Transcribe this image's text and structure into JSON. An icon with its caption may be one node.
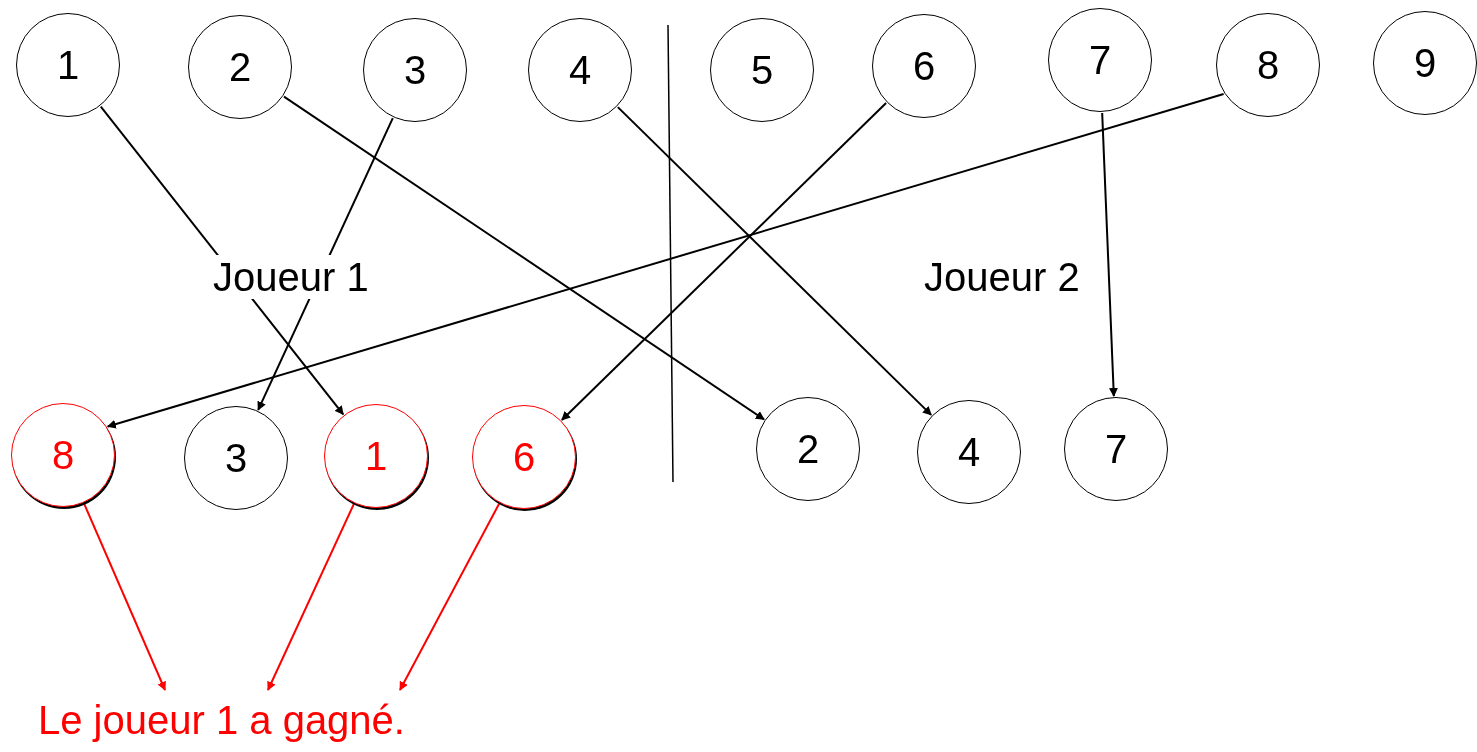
{
  "diagram": {
    "nodes": [
      {
        "text": [
          "1"
        ]
      },
      {
        "text": [
          "2"
        ]
      },
      {
        "text": [
          "3"
        ]
      },
      {
        "text": [
          "4"
        ]
      },
      {
        "text": [
          "5"
        ]
      },
      {
        "text": [
          "6"
        ]
      },
      {
        "text": [
          "7"
        ]
      },
      {
        "text": [
          "8"
        ]
      },
      {
        "text": [
          "9"
        ]
      },
      {
        "text": [
          "8"
        ]
      },
      {
        "text": [
          "3"
        ]
      },
      {
        "text": [
          "1"
        ]
      },
      {
        "text": [
          "6"
        ]
      },
      {
        "text": [
          "2"
        ]
      },
      {
        "text": [
          "4"
        ]
      },
      {
        "text": [
          "7"
        ]
      },
      {
        "text": [
          "Le joueur 1 a gagné."
        ]
      }
    ],
    "edges": [
      {
        "from": 0,
        "to": 11,
        "arrow": "to"
      },
      {
        "from": 1,
        "to": 13,
        "arrow": "to"
      },
      {
        "from": 2,
        "to": 10,
        "arrow": "to"
      },
      {
        "from": 3,
        "to": 14,
        "arrow": "to"
      },
      {
        "from": 5,
        "to": 12,
        "arrow": "to"
      },
      {
        "from": 6,
        "to": 15,
        "arrow": "to"
      },
      {
        "from": 7,
        "to": 9,
        "arrow": "to"
      },
      {
        "from": 9,
        "to": 16,
        "arrow": "to",
        "color": "#ff0000"
      },
      {
        "from": 11,
        "to": 16,
        "arrow": "to",
        "color": "#ff0000"
      },
      {
        "from": 12,
        "to": 16,
        "arrow": "to",
        "color": "#ff0000"
      }
    ],
    "labels": [
      "Joueur 1",
      "Joueur 2"
    ]
  }
}
